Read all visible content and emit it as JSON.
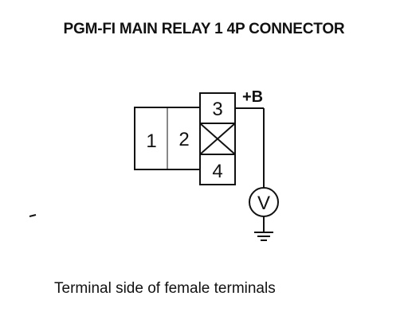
{
  "title": "PGM-FI MAIN RELAY 1 4P CONNECTOR",
  "caption": "Terminal side of female terminals",
  "connector": {
    "terminals": [
      {
        "label": "1"
      },
      {
        "label": "2"
      },
      {
        "label": "3"
      },
      {
        "label": "4"
      }
    ]
  },
  "power_label": "+B",
  "meter_symbol": "V",
  "colors": {
    "ink": "#111111",
    "background": "#ffffff"
  }
}
